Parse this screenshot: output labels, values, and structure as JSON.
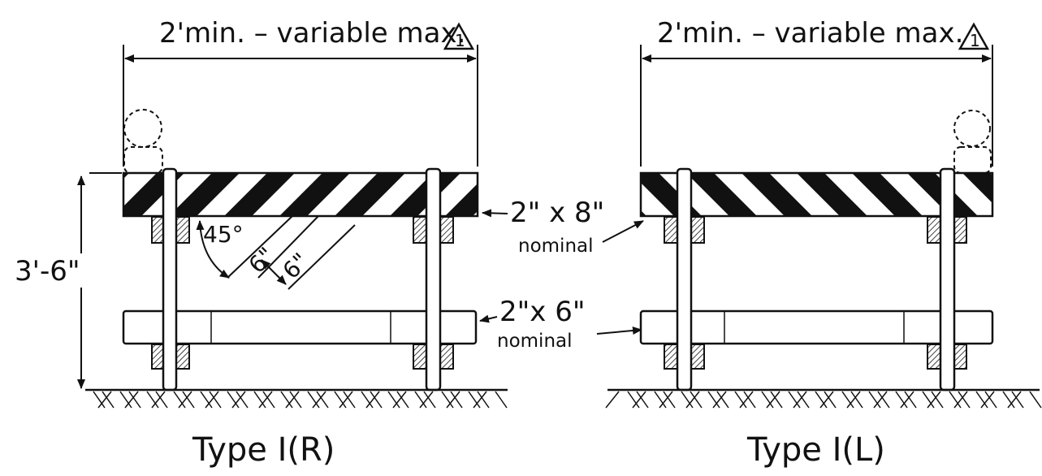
{
  "colors": {
    "ink": "#111111",
    "background": "#ffffff"
  },
  "panels": [
    {
      "title": "Type I(R)",
      "width_label": "2'min. – variable max.",
      "note_symbol": "1",
      "height_label": "3'-6\"",
      "angle_label": "45°",
      "stripe_label_1": "6\"",
      "stripe_label_2": "6\"",
      "top_rail_label": "2\" x 8\"",
      "top_rail_sub": "nominal",
      "bottom_rail_label": "2\"x 6\"",
      "bottom_rail_sub": "nominal"
    },
    {
      "title": "Type I(L)",
      "width_label": "2'min. – variable max.",
      "note_symbol": "1"
    }
  ]
}
